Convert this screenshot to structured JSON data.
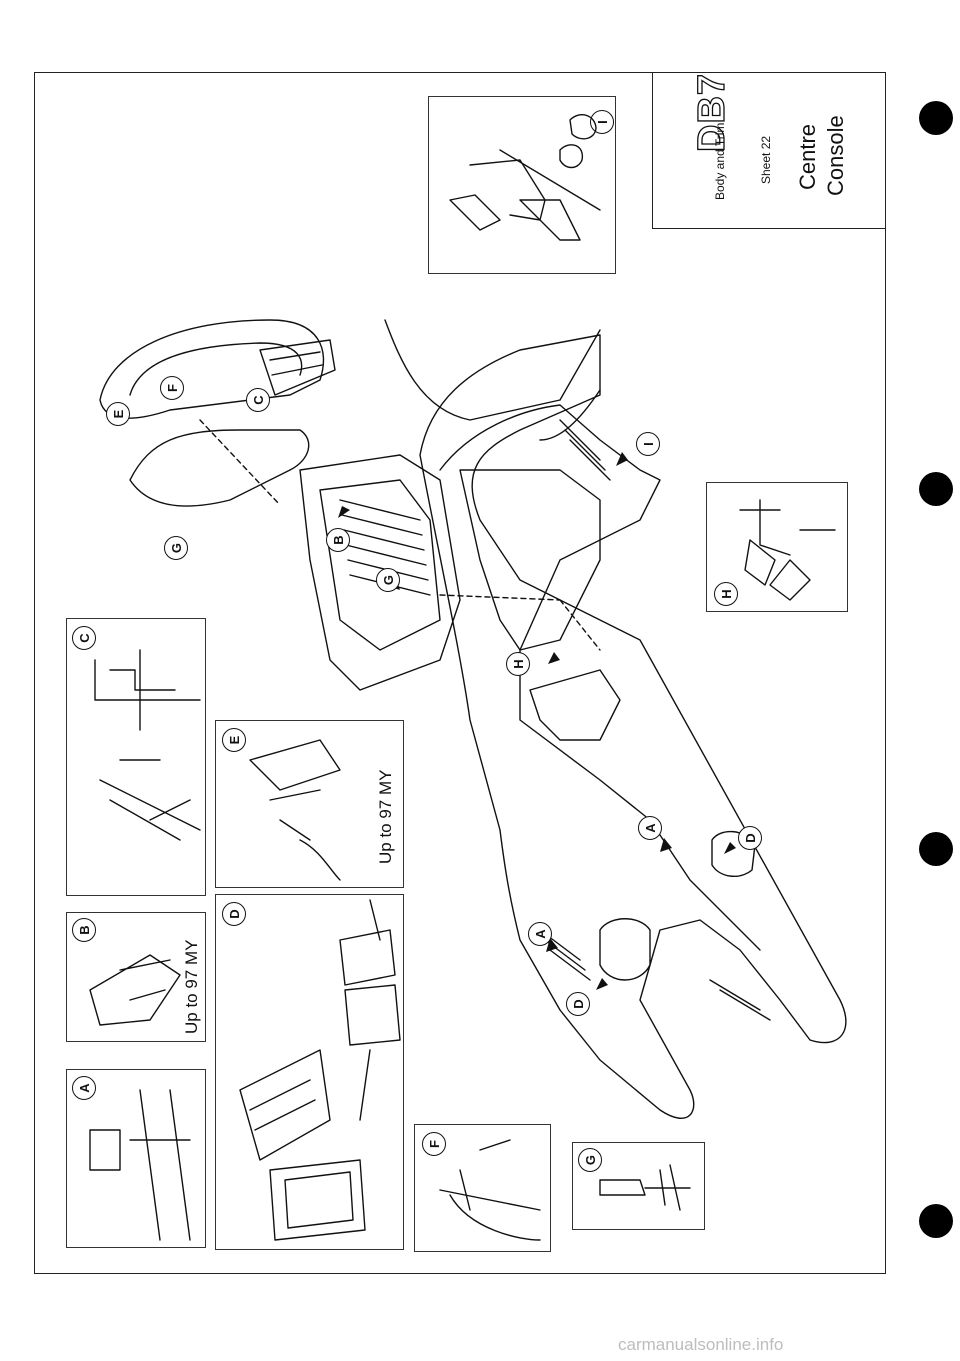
{
  "title_block": {
    "logo": "DB7",
    "section": "Body and Trim",
    "sheet": "Sheet 22",
    "title_line1": "Centre",
    "title_line2": "Console"
  },
  "detail_boxes": [
    {
      "id": "A",
      "label": "A",
      "caption": ""
    },
    {
      "id": "B",
      "label": "B",
      "caption": "Up to 97 MY"
    },
    {
      "id": "C",
      "label": "C",
      "caption": ""
    },
    {
      "id": "D",
      "label": "D",
      "caption": ""
    },
    {
      "id": "E",
      "label": "E",
      "caption": "Up to 97 MY"
    },
    {
      "id": "F",
      "label": "F",
      "caption": ""
    },
    {
      "id": "G",
      "label": "G",
      "caption": ""
    },
    {
      "id": "H",
      "label": "H",
      "caption": ""
    },
    {
      "id": "I",
      "label": "I",
      "caption": ""
    }
  ],
  "callouts": [
    "A",
    "A",
    "B",
    "C",
    "D",
    "D",
    "E",
    "F",
    "G",
    "G",
    "H",
    "I"
  ],
  "watermark": "carmanualsonline.info",
  "colors": {
    "ink": "#111111",
    "dot": "#000000",
    "watermark": "#bdbdbd"
  }
}
